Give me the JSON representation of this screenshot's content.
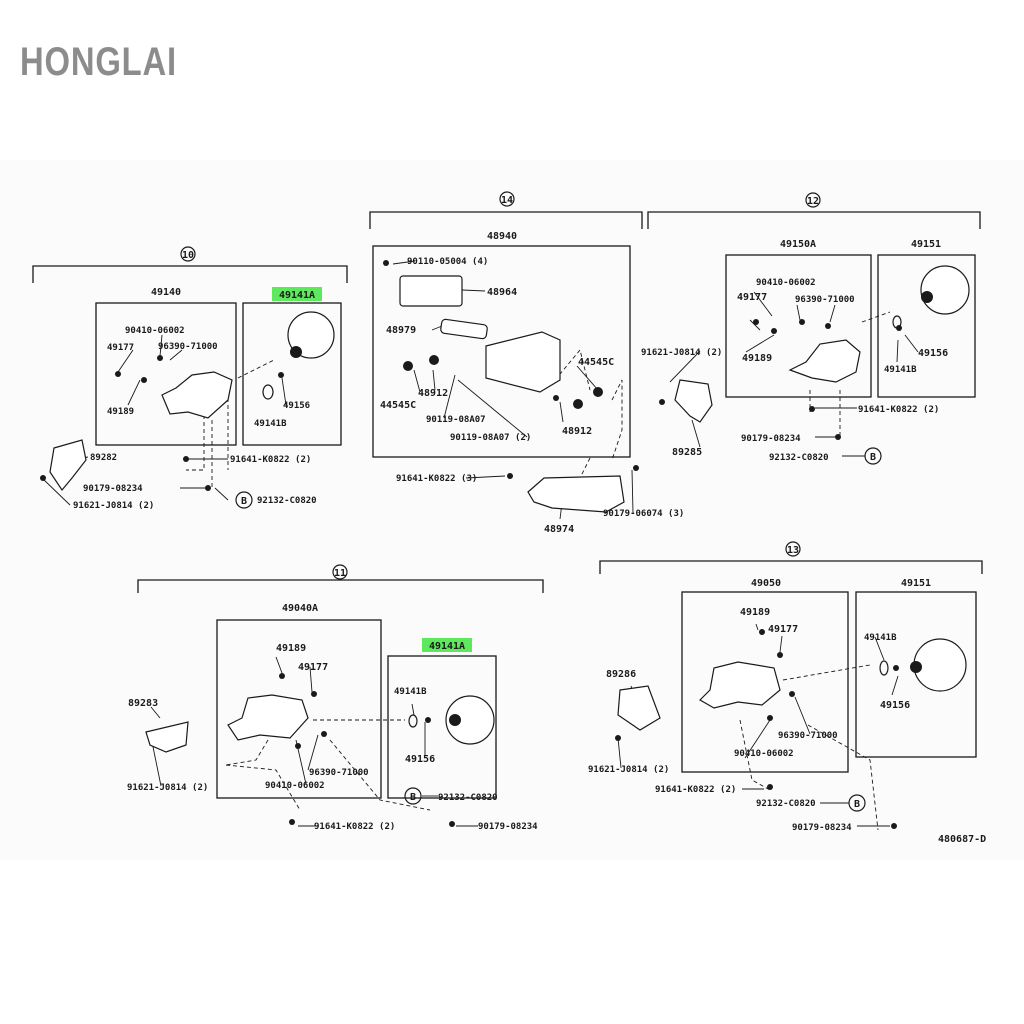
{
  "brand": "HONGLAI",
  "diagram_id": "480687-D",
  "highlight_color": "#5ee85e",
  "groups": {
    "g10": {
      "num": "10",
      "left_box": "49140",
      "right_box": "49141A",
      "parts": [
        "90410-06002",
        "49177",
        "96390-71000",
        "49189",
        "49156",
        "49141B",
        "89282",
        "91641-K0822 (2)",
        "90179-08234",
        "92132-C0820",
        "91621-J0814 (2)"
      ],
      "callout": "B"
    },
    "g14": {
      "num": "14",
      "box": "48940",
      "parts": [
        "90110-05004 (4)",
        "48964",
        "48979",
        "44545C",
        "48912",
        "44545C",
        "90119-08A07",
        "90119-08A07 (2)",
        "48912",
        "91641-K0822 (3)",
        "90179-06074 (3)",
        "48974"
      ]
    },
    "g12": {
      "num": "12",
      "left_box": "49150A",
      "right_box": "49151",
      "parts": [
        "90410-06002",
        "49177",
        "96390-71000",
        "49189",
        "49156",
        "49141B",
        "91621-J0814 (2)",
        "89285",
        "91641-K0822 (2)",
        "90179-08234",
        "92132-C0820"
      ],
      "callout": "B"
    },
    "g11": {
      "num": "11",
      "left_box": "49040A",
      "right_box": "49141A",
      "parts": [
        "89283",
        "49189",
        "49177",
        "49141B",
        "49156",
        "96390-71000",
        "90410-06002",
        "91621-J0814 (2)",
        "92132-C0820",
        "91641-K0822 (2)",
        "90179-08234"
      ],
      "callout": "B"
    },
    "g13": {
      "num": "13",
      "left_box": "49050",
      "right_box": "49151",
      "parts": [
        "89286",
        "49189",
        "49177",
        "49141B",
        "49156",
        "96390-71000",
        "90410-06002",
        "91621-J0814 (2)",
        "91641-K0822 (2)",
        "92132-C0820",
        "90179-08234"
      ],
      "callout": "B"
    }
  }
}
